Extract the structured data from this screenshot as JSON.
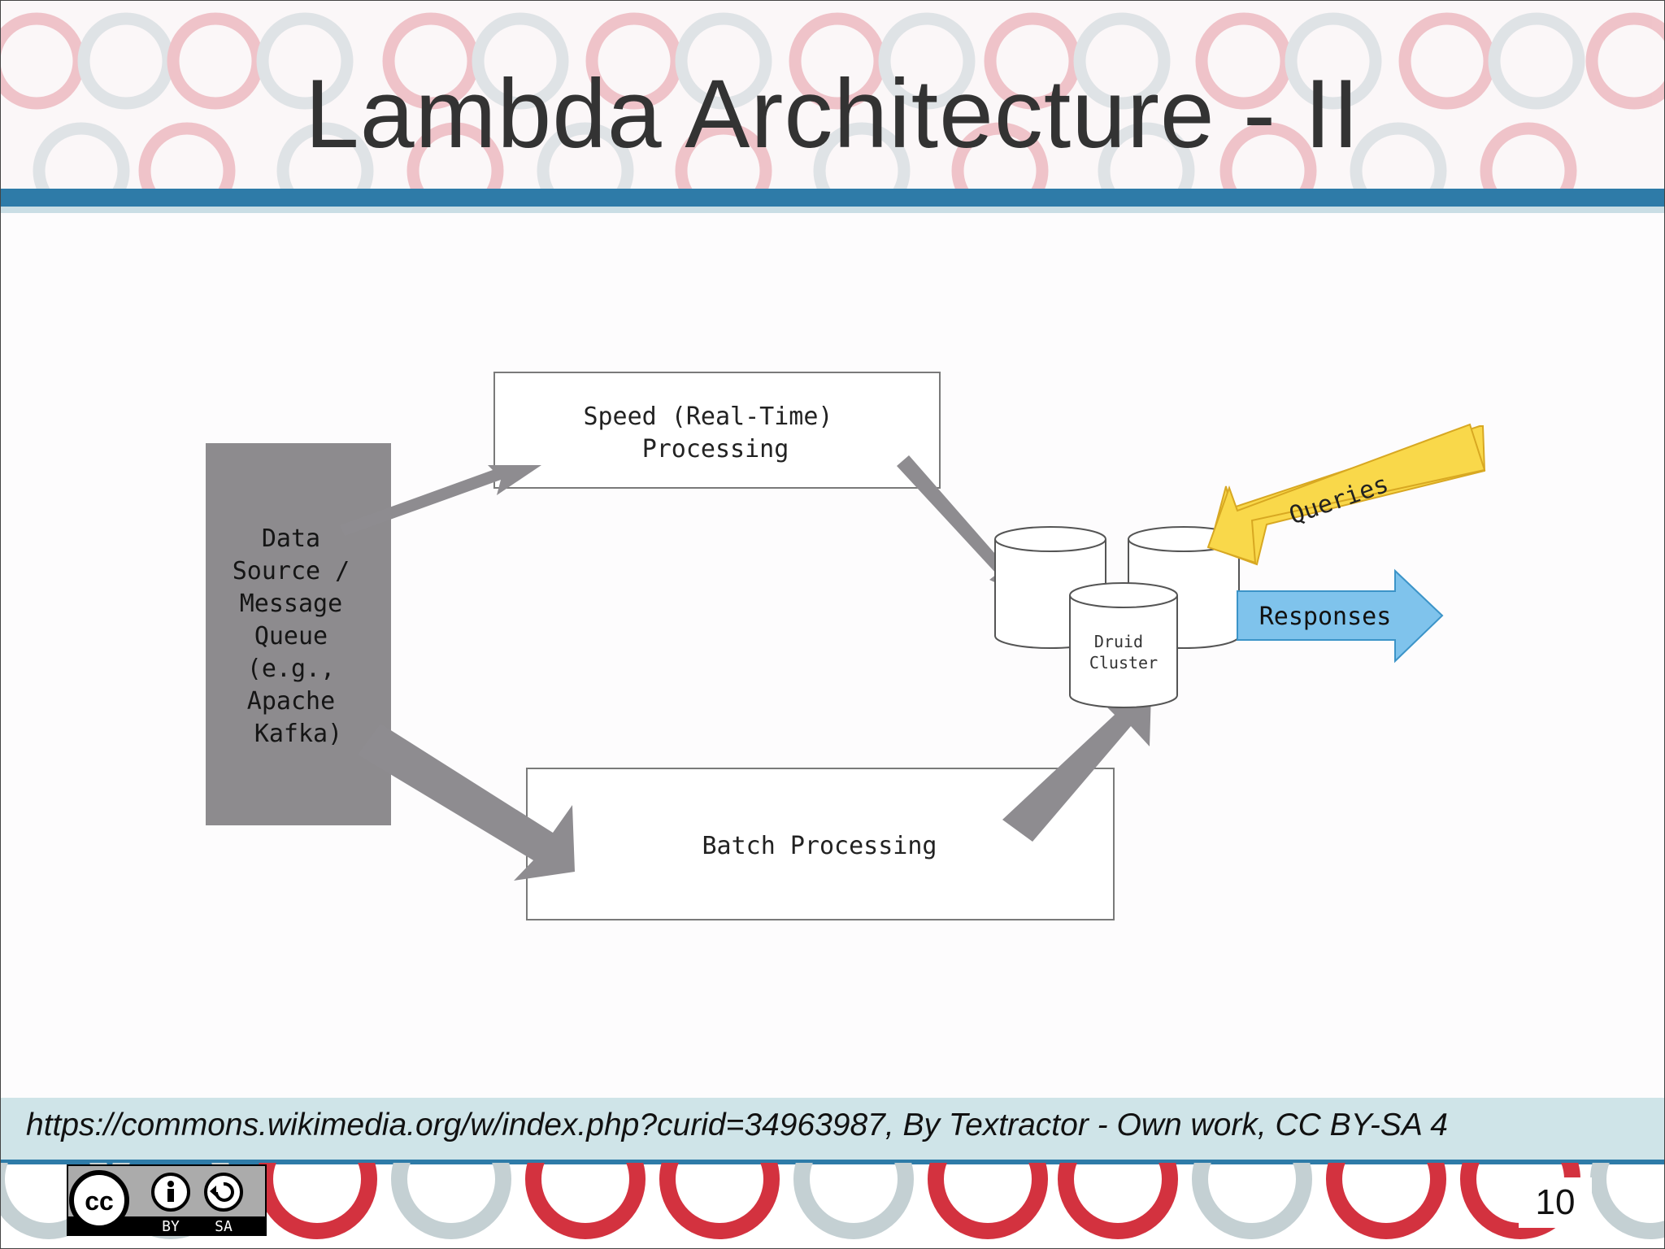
{
  "slide": {
    "title": "Lambda Architecture - II",
    "source": "https://commons.wikimedia.org/w/index.php?curid=34963987, By Textractor - Own work, CC BY-SA 4",
    "page_number": "10"
  },
  "license_badge": {
    "cc": "cc",
    "left_label": "BY",
    "right_label": "SA"
  },
  "diagram": {
    "data_source": [
      "Data",
      "Source /",
      "Message",
      "Queue",
      "(e.g.,",
      "Apache",
      "Kafka)"
    ],
    "speed_layer": [
      "Speed (Real-Time)",
      "Processing"
    ],
    "batch_layer": "Batch Processing",
    "druid": [
      "Druid",
      "Cluster"
    ],
    "queries": "Queries",
    "responses": "Responses"
  },
  "colors": {
    "header_bar": "#2e7ba8",
    "ring_red": "#e8a0a8",
    "ring_grey": "#c8d2d6",
    "footer_band": "#cfe4e8",
    "data_box": "#8d8b8e",
    "arrow_grey": "#8e8c90",
    "queries_fill": "#f9d84a",
    "responses_fill": "#7fc3ec"
  }
}
